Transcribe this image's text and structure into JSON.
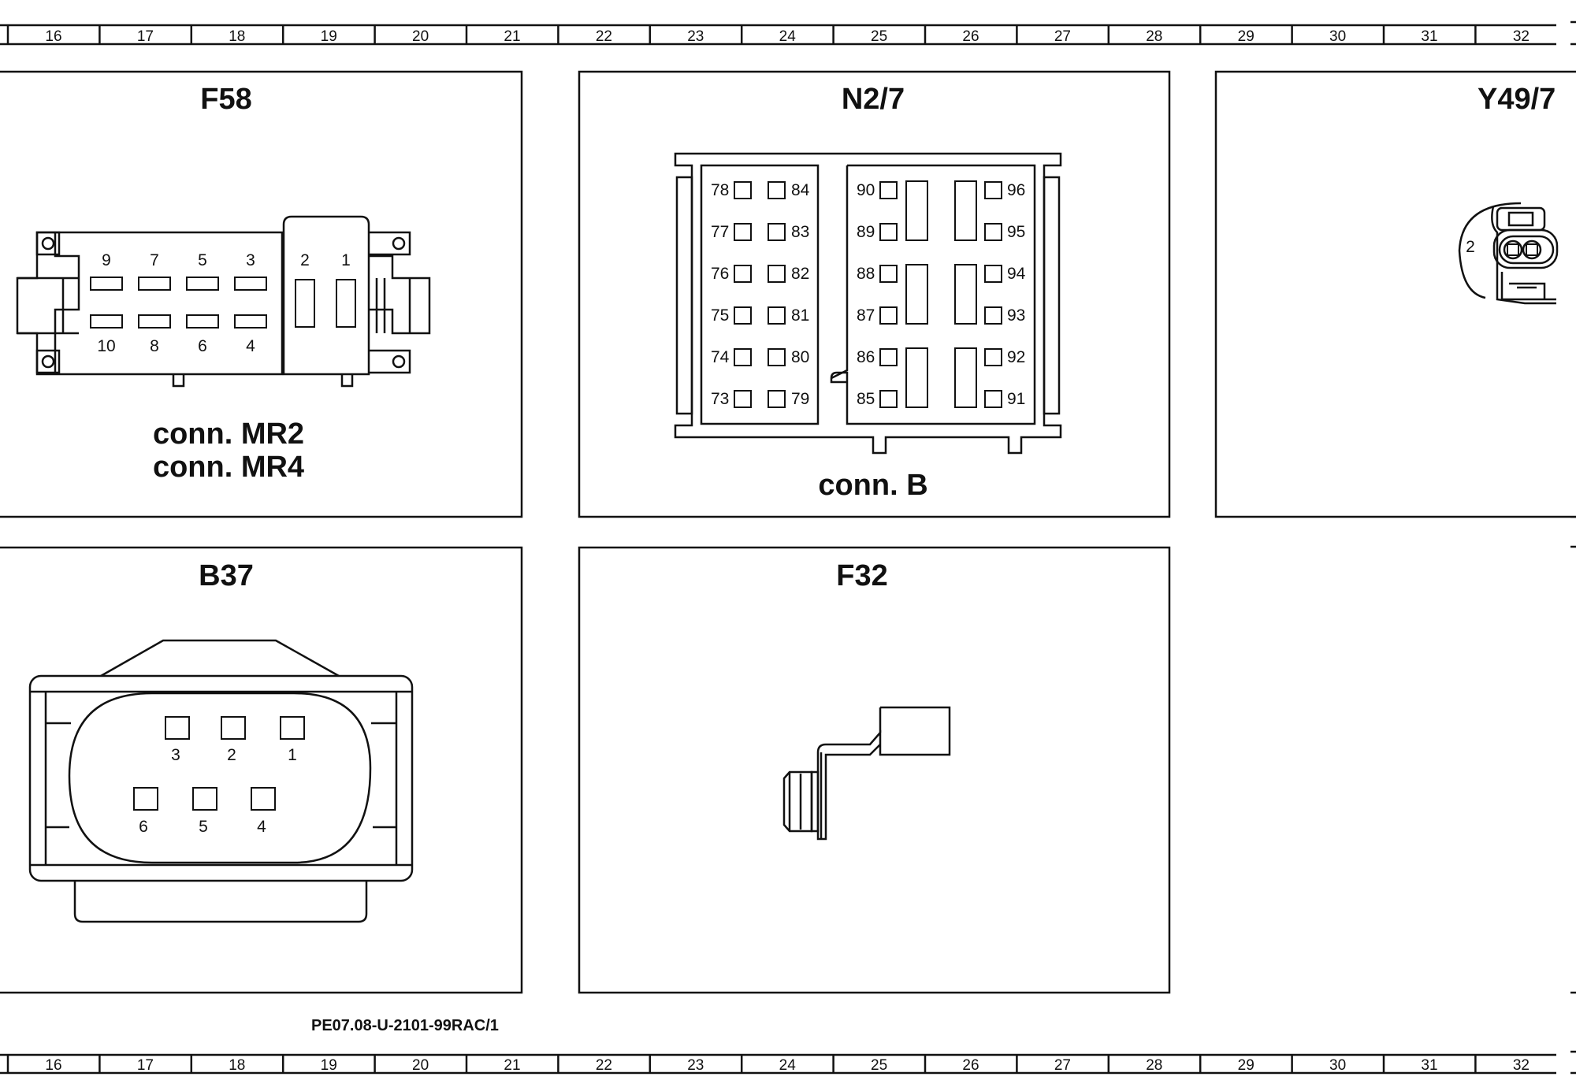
{
  "ruler": {
    "numbers": [
      "16",
      "17",
      "18",
      "19",
      "20",
      "21",
      "22",
      "23",
      "24",
      "25",
      "26",
      "27",
      "28",
      "29",
      "30",
      "31",
      "32"
    ]
  },
  "panels": {
    "f58": {
      "title": "F58",
      "pins_top": [
        "9",
        "7",
        "5",
        "3"
      ],
      "pins_bottom": [
        "10",
        "8",
        "6",
        "4"
      ],
      "pins_right": [
        "2",
        "1"
      ],
      "conn_label_1": "conn. MR2",
      "conn_label_2": "conn. MR4"
    },
    "n27": {
      "title": "N2/7",
      "left_col_a": [
        "78",
        "77",
        "76",
        "75",
        "74",
        "73"
      ],
      "left_col_b": [
        "84",
        "83",
        "82",
        "81",
        "80",
        "79"
      ],
      "right_col_a": [
        "90",
        "89",
        "88",
        "87",
        "86",
        "85"
      ],
      "right_col_b": [
        "96",
        "95",
        "94",
        "93",
        "92",
        "91"
      ],
      "conn_label": "conn. B"
    },
    "y497": {
      "title": "Y49/7",
      "pin": "2"
    },
    "b37": {
      "title": "B37",
      "pins_top": [
        "3",
        "2",
        "1"
      ],
      "pins_bottom": [
        "6",
        "5",
        "4"
      ]
    },
    "f32": {
      "title": "F32"
    }
  },
  "doc_id": "PE07.08-U-2101-99RAC/1"
}
